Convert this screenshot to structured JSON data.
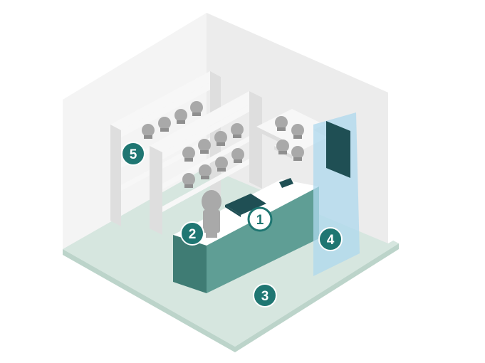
{
  "colors": {
    "floor": "#d6e6df",
    "floor_edge": "#bcd4ca",
    "wall_light": "#f4f4f4",
    "wall_mid": "#ececec",
    "shelf": "#f7f7f7",
    "shelf_edge": "#dedede",
    "counter_top": "#ffffff",
    "counter_front": "#5f9e95",
    "counter_side": "#3f7c74",
    "glass": "#aed8ee",
    "monitor": "#1f4f54",
    "product": "#a9a9a9",
    "badge": "#1f7672",
    "badge_text": "#ffffff"
  },
  "markers": [
    {
      "label": "1",
      "style": "outline"
    },
    {
      "label": "2",
      "style": "filled"
    },
    {
      "label": "3",
      "style": "filled"
    },
    {
      "label": "4",
      "style": "filled"
    },
    {
      "label": "5",
      "style": "filled"
    }
  ]
}
